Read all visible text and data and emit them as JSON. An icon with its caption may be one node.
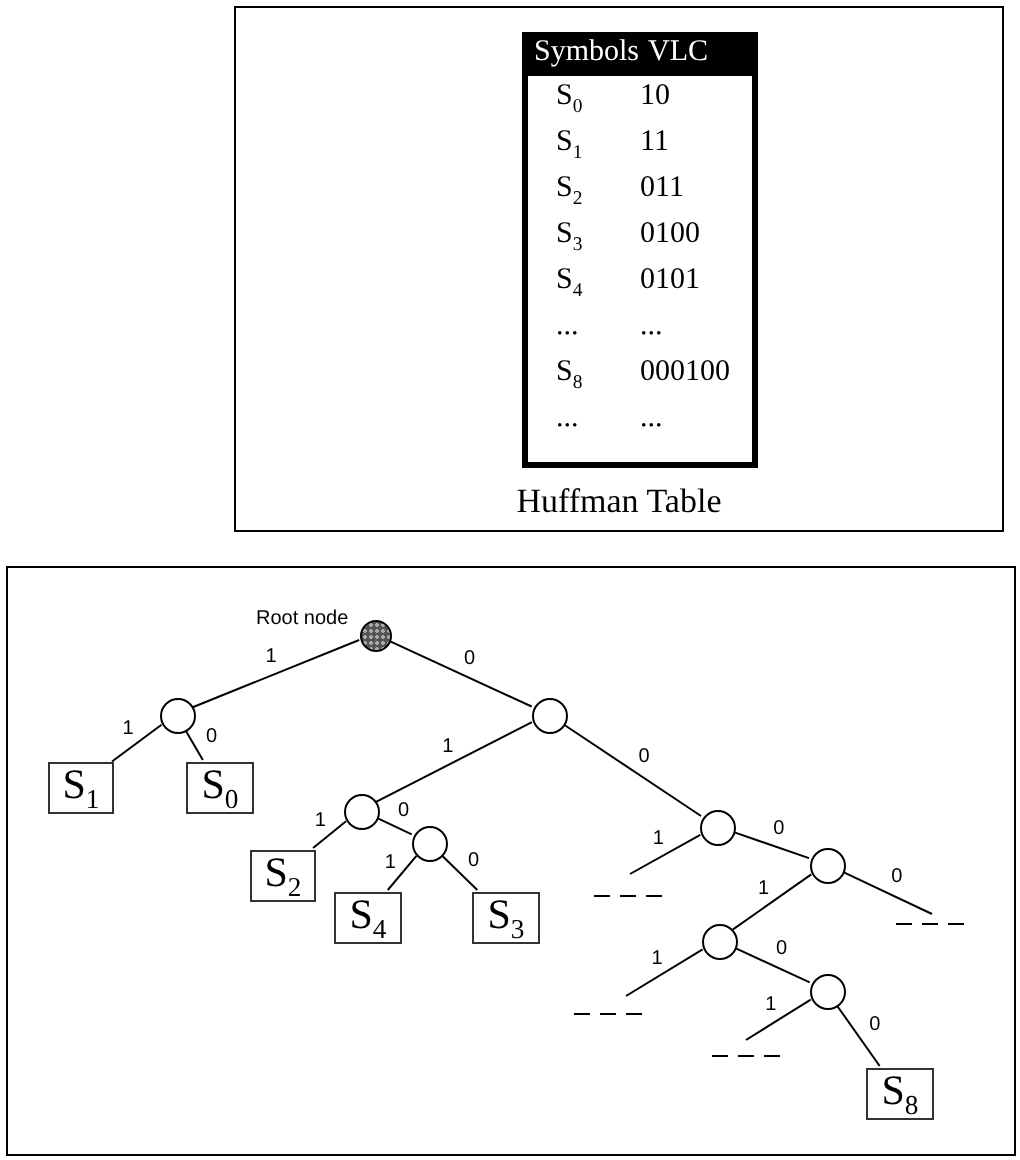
{
  "diagram": {
    "nodes": [
      {
        "text": [
          "Huffman Table"
        ]
      },
      {
        "text": [],
        "shape": "box"
      },
      {
        "text": [],
        "shape": "circle",
        "in": 1,
        "beside": [
          "Root node"
        ]
      },
      {
        "text": [],
        "shape": "circle",
        "in": 1
      },
      {
        "text": [],
        "shape": "circle",
        "in": 1
      },
      {
        "text": [
          "S$_{1}$"
        ],
        "in": 1
      },
      {
        "text": [
          "S$_{0}$"
        ],
        "in": 1
      },
      {
        "text": [],
        "shape": "circle",
        "in": 1
      },
      {
        "text": [],
        "shape": "circle",
        "in": 1
      },
      {
        "text": [
          "S$_{2}$"
        ],
        "in": 1
      },
      {
        "text": [],
        "shape": "circle",
        "in": 1
      },
      {
        "text": [],
        "shape": "circle",
        "in": 1
      },
      {
        "text": [
          "S$_{4}$"
        ],
        "in": 1
      },
      {
        "text": [
          "S$_{3}$"
        ],
        "in": 1
      },
      {
        "text": [],
        "shape": "circle",
        "in": 1
      },
      {
        "text": [],
        "shape": "circle",
        "in": 1
      },
      {
        "text": [
          "S$_{8}$"
        ],
        "in": 1
      }
    ],
    "edges": [
      {
        "from": 2,
        "to": 3,
        "arrow": "none",
        "label": "1"
      },
      {
        "from": 2,
        "to": 4,
        "arrow": "none",
        "label": "0"
      },
      {
        "from": 3,
        "to": 5,
        "arrow": "none",
        "label": "1"
      },
      {
        "from": 3,
        "to": 6,
        "arrow": "none",
        "label": "0"
      },
      {
        "from": 4,
        "to": 7,
        "arrow": "none",
        "label": "1"
      },
      {
        "from": 4,
        "to": 8,
        "arrow": "none",
        "label": "0"
      },
      {
        "from": 7,
        "to": 9,
        "arrow": "none",
        "label": "1"
      },
      {
        "from": 7,
        "to": 10,
        "arrow": "none",
        "label": "0"
      },
      {
        "from": 8,
        "to": null,
        "arrow": "none",
        "label": "1"
      },
      {
        "from": 8,
        "to": 11,
        "arrow": "none",
        "label": "0"
      },
      {
        "from": 10,
        "to": 12,
        "arrow": "none",
        "label": "1"
      },
      {
        "from": 10,
        "to": 13,
        "arrow": "none",
        "label": "0"
      },
      {
        "from": 11,
        "to": 14,
        "arrow": "none",
        "label": "1"
      },
      {
        "from": 11,
        "to": null,
        "arrow": "none",
        "label": "0"
      },
      {
        "from": 14,
        "to": null,
        "arrow": "none",
        "label": "1"
      },
      {
        "from": 14,
        "to": 15,
        "arrow": "none",
        "label": "0"
      },
      {
        "from": 15,
        "to": null,
        "arrow": "none",
        "label": "1"
      },
      {
        "from": 15,
        "to": 16,
        "arrow": "none",
        "label": "0"
      }
    ],
    "labels": [
      "Symbols",
      "VLC",
      "S$_{0}$",
      "10",
      "S$_{1}$",
      "11",
      "S$_{2}$",
      "011",
      "S$_{3}$",
      "0100",
      "S$_{4}$",
      "0101",
      "...",
      "...",
      "S$_{8}$",
      "000100",
      "...",
      "..."
    ]
  }
}
